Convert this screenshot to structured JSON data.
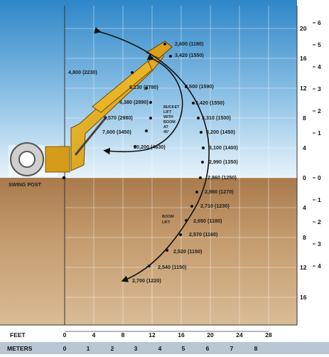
{
  "axes": {
    "feet_label": "FEET",
    "meters_label": "METERS",
    "x_feet_ticks": [
      "0",
      "4",
      "8",
      "12",
      "16",
      "20",
      "24",
      "28"
    ],
    "x_meter_ticks": [
      "0",
      "1",
      "2",
      "3",
      "4",
      "5",
      "6",
      "7",
      "8"
    ],
    "y_feet_ticks": [
      "20",
      "16",
      "12",
      "8",
      "4",
      "0",
      "4",
      "8",
      "12",
      "16"
    ],
    "y_meter_ticks": [
      "6",
      "5",
      "4",
      "3",
      "2",
      "1",
      "0",
      "1",
      "2",
      "3",
      "4"
    ]
  },
  "labels": {
    "swing_post": "SWING POST",
    "outer_arc": [
      "2,600 (1180)",
      "3,420 (1550)",
      "3,500 (1590)",
      "3,420 (1550)",
      "3,310 (1500)",
      "3,200 (1450)",
      "3,100 (1400)",
      "2,990 (1350)",
      "2,860 (1250)",
      "2,860 (1270)",
      "2,710 (1230)",
      "2,650 (1180)",
      "2,570 (1160)",
      "2,520 (1150)",
      "2,540 (1150)",
      "2,700 (1220)"
    ],
    "inner_arc": [
      "4,800 (2230)",
      "6,130 (2780)",
      "6,380 (2890)",
      "6,570 (2980)",
      "7,600 (3450)",
      "10,200 (4630)"
    ],
    "bucket_lift_note": [
      "BUCKET",
      "LIFT",
      "WITH",
      "BOOM",
      "AT",
      "45°"
    ],
    "boom_lift_note": [
      "BOOM",
      "LIFT"
    ]
  },
  "colors": {
    "sky_top": "#2e86c8",
    "sky_bottom": "#e8f3fb",
    "ground": "#b78a5c",
    "boom": "#e0aa1e"
  }
}
